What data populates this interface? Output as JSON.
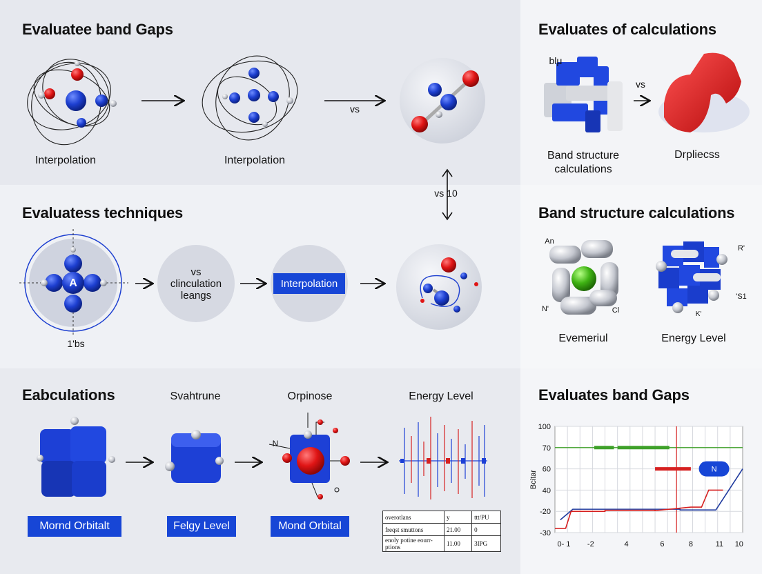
{
  "panels": {
    "top_left": {
      "title": "Evaluatee band Gaps",
      "label_1": "Interpolation",
      "label_2": "Interpolation",
      "vs": "vs"
    },
    "top_right": {
      "title": "Evaluates of calculations",
      "corner": "blμ",
      "vs": "vs",
      "label_left": "Band structure\ncalculations",
      "label_right": "Drpliecss"
    },
    "connector": {
      "label": "vs  10"
    },
    "middle_left": {
      "title": "Evaluatess techniques",
      "atom_letter": "A",
      "atom_caption": "1'bs",
      "circle_text": "vs\nclinculation\nleangs",
      "button": "Interpolation"
    },
    "middle_right": {
      "title": "Band structure calculations",
      "tag_a": "An",
      "tag_n": "N'",
      "tag_c": "Cl",
      "tag_r": "R'",
      "tag_s": "'S1",
      "tag_k": "K'",
      "label_left": "Evemeriul",
      "label_right": "Energy Level"
    },
    "bottom_left": {
      "title": "Eabculations",
      "head_1": "Svahtrune",
      "head_2": "Orpinose",
      "head_3": "Energy Level",
      "n_label": "N",
      "button_1": "Mornd Orbitalt",
      "button_2": "Felgy Level",
      "button_3": "Mond Orbital",
      "table": [
        [
          "overotlans",
          "у",
          "ttt/PU"
        ],
        [
          "freqst smuttons",
          "21.00",
          "0"
        ],
        [
          "enoly potine eourr-ptions",
          "11.00",
          "3IPG"
        ]
      ]
    },
    "bottom_right": {
      "title": "Evaluates band Gaps",
      "badge": "N"
    }
  },
  "chart_data": {
    "type": "line",
    "title": "Evaluates band Gaps",
    "ylabel": "Bcitar",
    "xlabel": "",
    "xlim": [
      0,
      10.5
    ],
    "ylim": [
      -30,
      100
    ],
    "y_tick_labels": [
      {
        "label": "100",
        "value": 100
      },
      {
        "label": "70",
        "value": 70
      },
      {
        "label": "60",
        "value": 60
      },
      {
        "label": "40",
        "value": 40
      },
      {
        "label": "-20",
        "value": -20
      },
      {
        "label": "-30",
        "value": -30
      }
    ],
    "x_tick_labels": [
      {
        "label": "0- 1",
        "value": 0.5
      },
      {
        "label": "-2",
        "value": 2
      },
      {
        "label": "4",
        "value": 4
      },
      {
        "label": "6",
        "value": 6
      },
      {
        "label": "8",
        "value": 7.6
      },
      {
        "label": "11",
        "value": 9.2
      },
      {
        "label": "10",
        "value": 10.3
      }
    ],
    "hlines": [
      {
        "y": 70,
        "color": "#3fa12a"
      }
    ],
    "vlines": [
      {
        "x": 6.8,
        "color": "#d62020"
      }
    ],
    "series": [
      {
        "color": "#1f3a9e",
        "x": [
          0.3,
          1.0,
          7.0,
          7.0,
          9.0,
          10.5
        ],
        "y": [
          -24,
          -14,
          -14,
          -16,
          -16,
          60
        ]
      },
      {
        "color": "#d62020",
        "x": [
          0.0,
          0.6,
          0.9,
          1.5,
          2.8,
          2.8,
          5.6,
          5.6,
          7.6,
          8.2,
          8.6,
          9.4
        ],
        "y": [
          -28,
          -28,
          -20,
          -20,
          -20,
          -17,
          -17,
          -18,
          -8,
          -8,
          40,
          40
        ]
      }
    ],
    "segments": [
      {
        "x0": 2.2,
        "x1": 3.3,
        "y": 70,
        "color": "#3fa12a"
      },
      {
        "x0": 3.5,
        "x1": 6.4,
        "y": 70,
        "color": "#3fa12a"
      },
      {
        "x0": 5.6,
        "x1": 7.6,
        "y": 60,
        "color": "#d62020"
      }
    ],
    "badge": {
      "label": "N",
      "x": 8.9,
      "y": 60
    }
  }
}
